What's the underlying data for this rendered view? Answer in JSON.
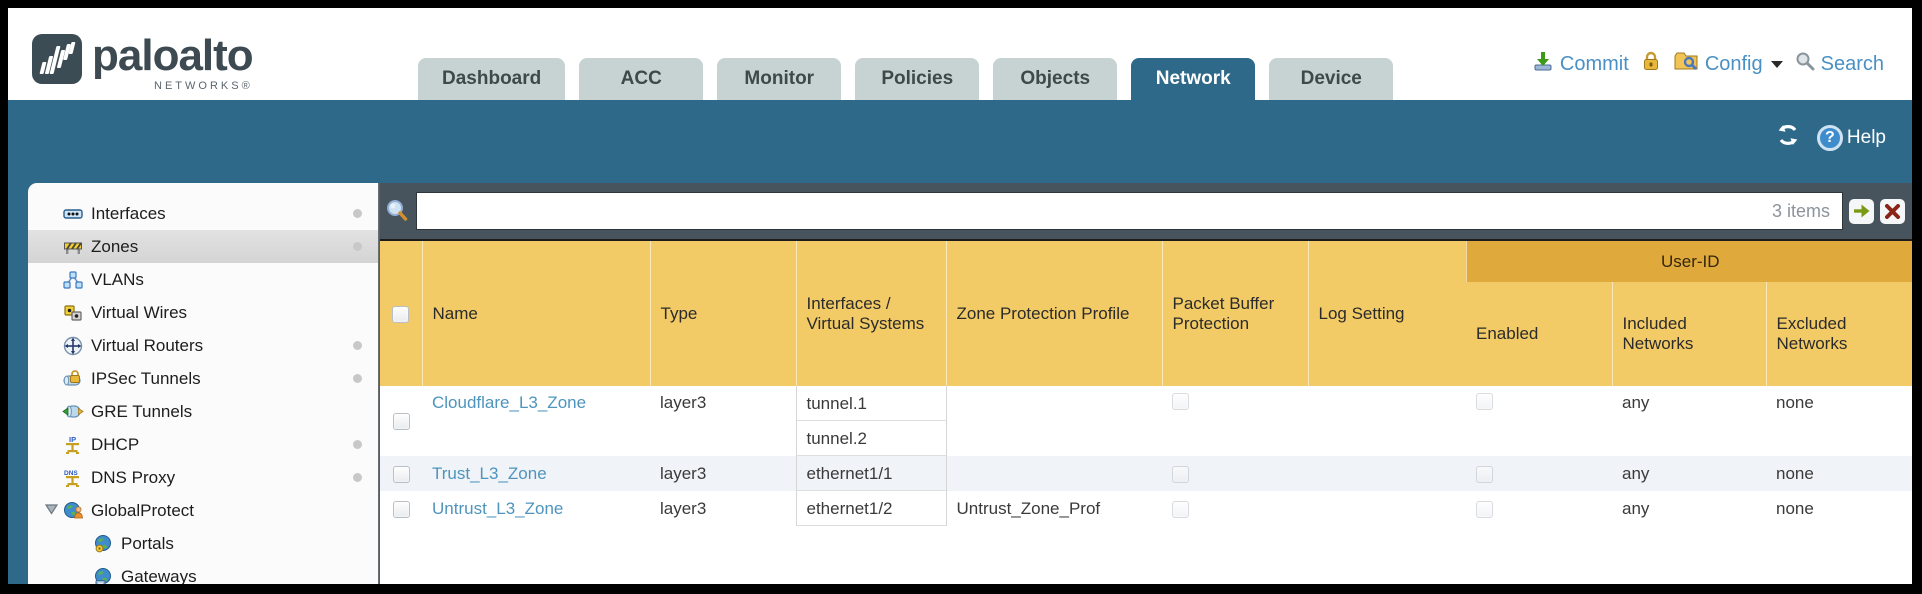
{
  "brand": {
    "name": "paloalto",
    "suffix": "NETWORKS®"
  },
  "nav_tabs": [
    {
      "label": "Dashboard",
      "active": false
    },
    {
      "label": "ACC",
      "active": false
    },
    {
      "label": "Monitor",
      "active": false
    },
    {
      "label": "Policies",
      "active": false
    },
    {
      "label": "Objects",
      "active": false
    },
    {
      "label": "Network",
      "active": true
    },
    {
      "label": "Device",
      "active": false
    }
  ],
  "header_actions": {
    "commit": "Commit",
    "config": "Config",
    "search": "Search"
  },
  "content_tools": {
    "help": "Help"
  },
  "sidebar": {
    "items": [
      {
        "label": "Interfaces",
        "icon": "interfaces-icon",
        "dot": true
      },
      {
        "label": "Zones",
        "icon": "zones-icon",
        "dot": true,
        "selected": true
      },
      {
        "label": "VLANs",
        "icon": "vlans-icon",
        "dot": false
      },
      {
        "label": "Virtual Wires",
        "icon": "virtual-wires-icon",
        "dot": false
      },
      {
        "label": "Virtual Routers",
        "icon": "virtual-routers-icon",
        "dot": true
      },
      {
        "label": "IPSec Tunnels",
        "icon": "ipsec-tunnels-icon",
        "dot": true
      },
      {
        "label": "GRE Tunnels",
        "icon": "gre-tunnels-icon",
        "dot": false
      },
      {
        "label": "DHCP",
        "icon": "dhcp-icon",
        "dot": true
      },
      {
        "label": "DNS Proxy",
        "icon": "dns-proxy-icon",
        "dot": true
      },
      {
        "label": "GlobalProtect",
        "icon": "globalprotect-icon",
        "dot": false,
        "expanded": true
      },
      {
        "label": "Portals",
        "icon": "portals-icon",
        "child": true
      },
      {
        "label": "Gateways",
        "icon": "gateways-icon",
        "child": true
      }
    ]
  },
  "filter": {
    "value": "",
    "placeholder": "",
    "count": "3 items"
  },
  "table": {
    "group_header": "User-ID",
    "columns": [
      "Name",
      "Type",
      "Interfaces / Virtual Systems",
      "Zone Protection Profile",
      "Packet Buffer Protection",
      "Log Setting",
      "Enabled",
      "Included Networks",
      "Excluded Networks"
    ],
    "rows": [
      {
        "name": "Cloudflare_L3_Zone",
        "type": "layer3",
        "interfaces": [
          "tunnel.1",
          "tunnel.2"
        ],
        "zone_protection_profile": "",
        "packet_buffer_protection": false,
        "log_setting": "",
        "enabled": false,
        "included_networks": "any",
        "excluded_networks": "none"
      },
      {
        "name": "Trust_L3_Zone",
        "type": "layer3",
        "interfaces": [
          "ethernet1/1"
        ],
        "zone_protection_profile": "",
        "packet_buffer_protection": false,
        "log_setting": "",
        "enabled": false,
        "included_networks": "any",
        "excluded_networks": "none"
      },
      {
        "name": "Untrust_L3_Zone",
        "type": "layer3",
        "interfaces": [
          "ethernet1/2"
        ],
        "zone_protection_profile": "Untrust_Zone_Prof",
        "packet_buffer_protection": false,
        "log_setting": "",
        "enabled": false,
        "included_networks": "any",
        "excluded_networks": "none"
      }
    ]
  },
  "colors": {
    "teal": "#2f698a",
    "slate": "#47545e",
    "header_orange": "#f2cb66",
    "group_orange": "#dfa93c",
    "link_blue": "#4e94bd",
    "tab_inactive": "#c7d3d3"
  }
}
